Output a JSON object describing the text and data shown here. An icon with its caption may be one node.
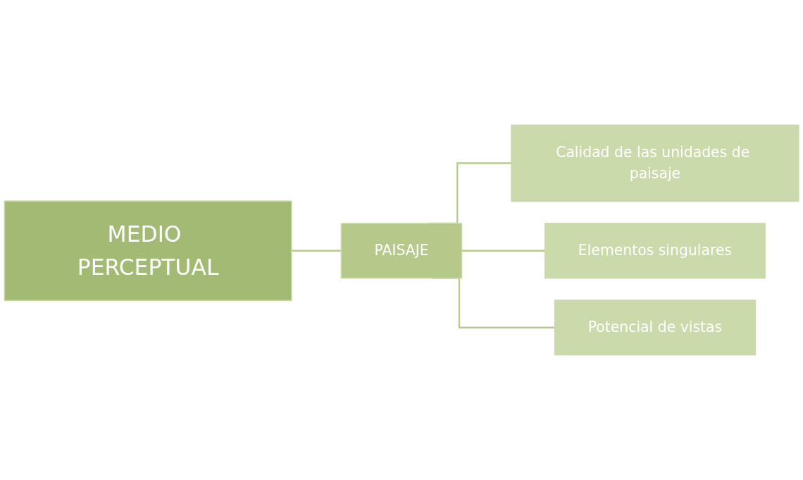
{
  "diagram": {
    "nodes": [
      {
        "text": [
          "MEDIO PERCEPTUAL"
        ]
      },
      {
        "text": [
          "PAISAJE"
        ]
      },
      {
        "text": [
          "Calidad de las unidades de paisaje"
        ]
      },
      {
        "text": [
          "Elementos singulares"
        ]
      },
      {
        "text": [
          "Potencial de vistas"
        ]
      }
    ],
    "edges": [
      {
        "from": 0,
        "to": 1,
        "arrow": "none"
      },
      {
        "from": 1,
        "to": 2,
        "arrow": "none"
      },
      {
        "from": 1,
        "to": 3,
        "arrow": "none"
      },
      {
        "from": 1,
        "to": 4,
        "arrow": "none"
      }
    ]
  }
}
